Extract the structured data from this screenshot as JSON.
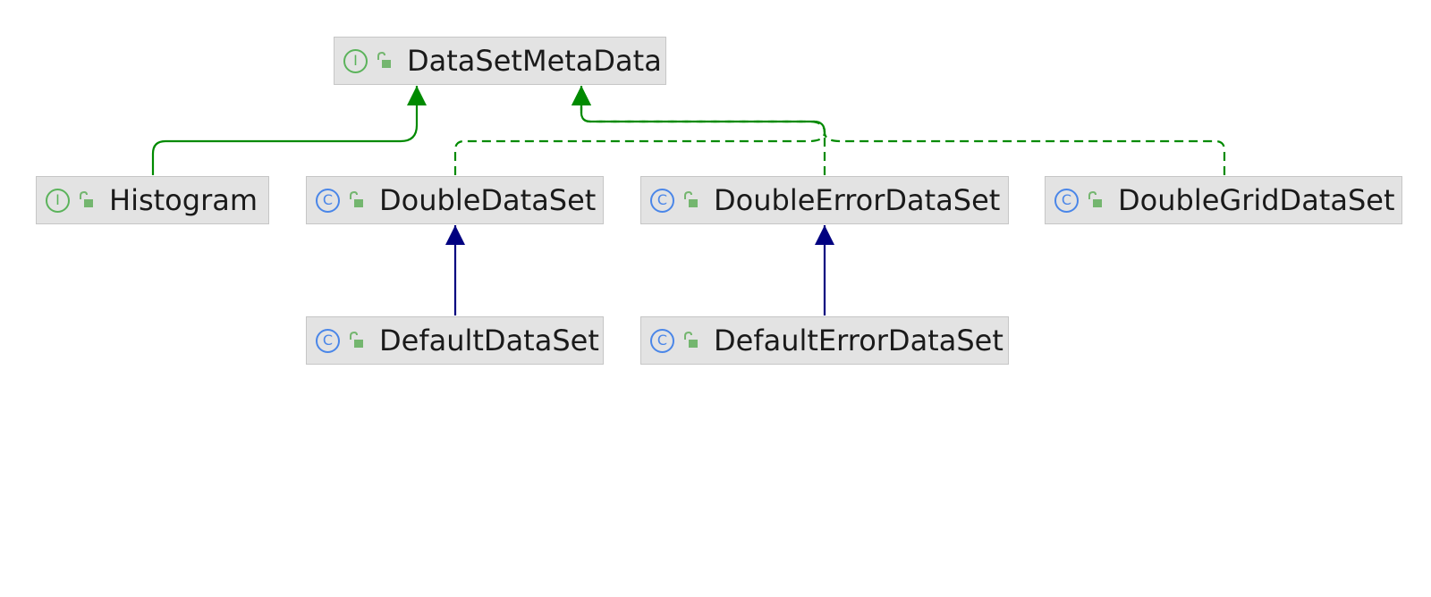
{
  "diagram": {
    "colors": {
      "node_fill": "#e3e3e3",
      "node_border": "#c6c6c6",
      "implements_edge": "#008a00",
      "extends_edge": "#000080",
      "interface_badge": "#5bb35b",
      "class_badge": "#4a86e8",
      "public_lock": "#74b66f"
    },
    "nodes": {
      "datasetmetadata": {
        "label": "DataSetMetaData",
        "kind": "interface",
        "badge_glyph": "I",
        "visibility_icon": "public-lock-icon"
      },
      "histogram": {
        "label": "Histogram",
        "kind": "interface",
        "badge_glyph": "I",
        "visibility_icon": "public-lock-icon"
      },
      "doubledataset": {
        "label": "DoubleDataSet",
        "kind": "class",
        "badge_glyph": "C",
        "visibility_icon": "public-lock-icon"
      },
      "doubleerrordataset": {
        "label": "DoubleErrorDataSet",
        "kind": "class",
        "badge_glyph": "C",
        "visibility_icon": "public-lock-icon"
      },
      "doublegriddataset": {
        "label": "DoubleGridDataSet",
        "kind": "class",
        "badge_glyph": "C",
        "visibility_icon": "public-lock-icon"
      },
      "defaultdataset": {
        "label": "DefaultDataSet",
        "kind": "class",
        "badge_glyph": "C",
        "visibility_icon": "public-lock-icon"
      },
      "defaulterrordataset": {
        "label": "DefaultErrorDataSet",
        "kind": "class",
        "badge_glyph": "C",
        "visibility_icon": "public-lock-icon"
      }
    },
    "edges": [
      {
        "from": "histogram",
        "to": "datasetmetadata",
        "relation": "extends-interface",
        "style": "solid-green"
      },
      {
        "from": "doubledataset",
        "to": "datasetmetadata",
        "relation": "implements",
        "style": "dashed-green"
      },
      {
        "from": "doubleerrordataset",
        "to": "datasetmetadata",
        "relation": "implements",
        "style": "dashed-green"
      },
      {
        "from": "doublegriddataset",
        "to": "datasetmetadata",
        "relation": "implements",
        "style": "dashed-green"
      },
      {
        "from": "defaultdataset",
        "to": "doubledataset",
        "relation": "extends",
        "style": "solid-navy"
      },
      {
        "from": "defaulterrordataset",
        "to": "doubleerrordataset",
        "relation": "extends",
        "style": "solid-navy"
      }
    ]
  }
}
